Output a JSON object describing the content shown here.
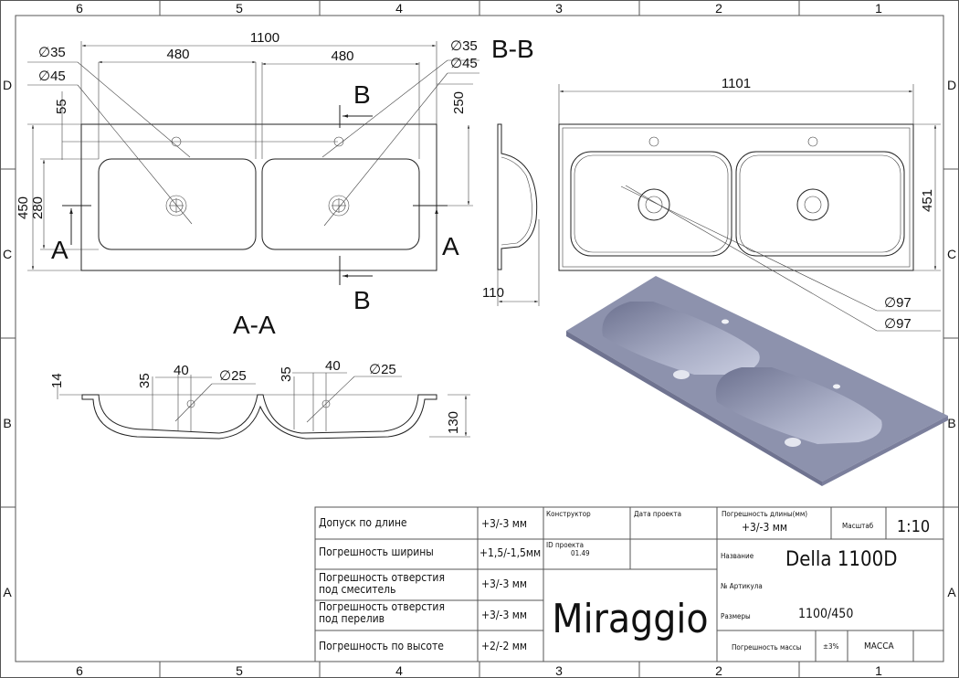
{
  "grid": {
    "columns": [
      "6",
      "5",
      "4",
      "3",
      "2",
      "1"
    ],
    "rows": [
      "D",
      "C",
      "B",
      "A"
    ]
  },
  "top_view": {
    "dims": {
      "overall_length": "1100",
      "basin_left": "480",
      "basin_right": "480",
      "height_total": "450",
      "height_basin": "280",
      "offset_55": "55",
      "offset_250": "250"
    },
    "diameters": {
      "left_35": "∅35",
      "left_45": "∅45",
      "right_35": "∅35",
      "right_45": "∅45"
    },
    "section_marks": {
      "a_left": "A",
      "a_right": "A",
      "b_top": "B",
      "b_bottom": "B"
    }
  },
  "section_bb": {
    "title": "B-B",
    "depth": "110"
  },
  "right_view": {
    "length": "1101",
    "width": "451",
    "drain_left": "∅97",
    "drain_right": "∅97"
  },
  "section_aa": {
    "title": "A-A",
    "rim": "14",
    "height": "130",
    "offset_left": "35",
    "spacing_left": "40",
    "hole_left": "∅25",
    "offset_right": "35",
    "spacing_right": "40",
    "hole_right": "∅25"
  },
  "render": {
    "color": "#8d92ad"
  },
  "title_block": {
    "tolerances": [
      {
        "label": "Допуск по длине",
        "value": "+3/-3 мм"
      },
      {
        "label": "Погрешность ширины",
        "value": "+1,5/-1,5мм"
      },
      {
        "label": "Погрешность отверстия под смеситель",
        "value": "+3/-3 мм"
      },
      {
        "label": "Погрешность отверстия под перелив",
        "value": "+3/-3 мм"
      },
      {
        "label": "Погрешность по высоте",
        "value": "+2/-2 мм"
      }
    ],
    "designer_label": "Конструктор",
    "date_label": "Дата проекта",
    "project_id_label": "ID проекта",
    "project_id": "01.49",
    "brand": "Miraggio",
    "length_tol_label": "Погрешность длины(мм)",
    "length_tol": "+3/-3 мм",
    "scale_label": "Масштаб",
    "scale": "1:10",
    "name_label": "Название",
    "name": "Della 1100D",
    "article_label": "№ Артикула",
    "size_label": "Размеры",
    "size": "1100/450",
    "mass_tol_label": "Погрешность массы",
    "mass_tol": "±3%",
    "mass_label": "МАССА"
  }
}
